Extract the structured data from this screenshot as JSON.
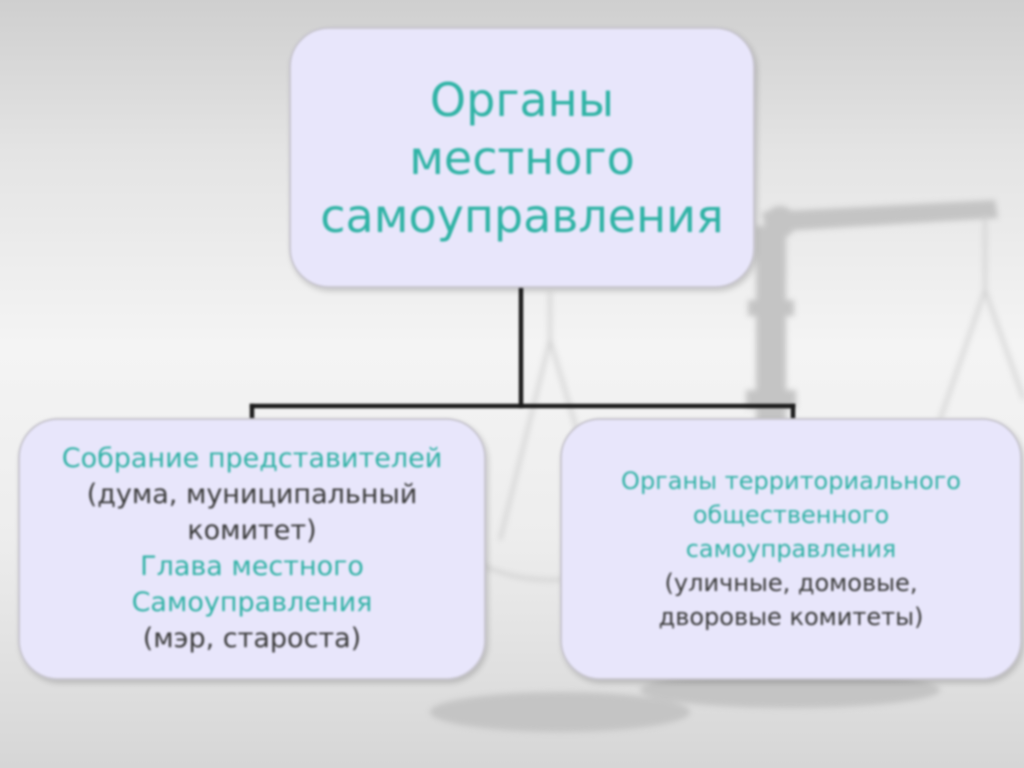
{
  "diagram": {
    "root": {
      "lines": [
        "Органы",
        "местного",
        "самоуправления"
      ]
    },
    "left": {
      "name_lines": [
        "Собрание представителей"
      ],
      "detail_lines": [
        "(дума, муниципальный",
        "комитет)"
      ],
      "head_lines": [
        "Глава местного",
        "Самоуправления"
      ],
      "head_detail": "(мэр, староста)"
    },
    "right": {
      "name_lines": [
        "Органы территориального",
        "общественного",
        "самоуправления"
      ],
      "detail_lines": [
        "(уличные, домовые,",
        "дворовые комитеты)"
      ]
    }
  },
  "colors": {
    "box_fill": "#e8e6fb",
    "heading_teal": "#2fb3a5",
    "body_text": "#3a3a3a",
    "connector": "#1c1c1c"
  },
  "icons": {
    "background": "scales-of-justice-icon"
  }
}
